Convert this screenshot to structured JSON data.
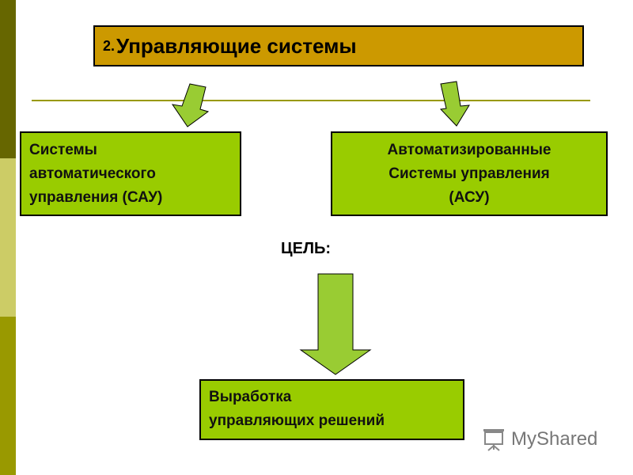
{
  "colors": {
    "stripe_top": "#666600",
    "stripe_mid": "#cccc66",
    "stripe_bottom": "#999900",
    "title_bg": "#cc9900",
    "box_bg": "#99cc00",
    "arrow_fill": "#99cc33",
    "arrow_stroke": "#000000",
    "rule_line": "#999900"
  },
  "title": {
    "number": "2.",
    "text": "Управляющие системы"
  },
  "boxes": {
    "sau": {
      "lines": [
        "Системы",
        "автоматического",
        "управления (САУ)"
      ]
    },
    "asu": {
      "lines": [
        "Автоматизированные",
        "Системы управления",
        "(АСУ)"
      ]
    },
    "goal": {
      "lines": [
        "Выработка",
        "управляющих решений"
      ]
    }
  },
  "goal_label": "ЦЕЛЬ:",
  "watermark": {
    "text": "MyShared",
    "icon": "projector-screen-icon"
  }
}
